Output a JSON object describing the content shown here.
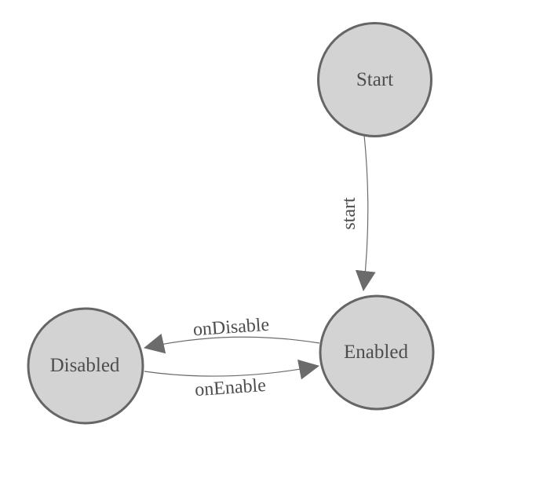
{
  "diagram": {
    "type": "state-machine",
    "nodes": [
      {
        "id": "start",
        "label": "Start"
      },
      {
        "id": "enabled",
        "label": "Enabled"
      },
      {
        "id": "disabled",
        "label": "Disabled"
      }
    ],
    "edges": [
      {
        "id": "start-transition",
        "from": "Start",
        "to": "Enabled",
        "label": "start"
      },
      {
        "id": "on-disable",
        "from": "Enabled",
        "to": "Disabled",
        "label": "onDisable"
      },
      {
        "id": "on-enable",
        "from": "Disabled",
        "to": "Enabled",
        "label": "onEnable"
      }
    ]
  },
  "colors": {
    "node-fill": "#d3d3d3",
    "node-stroke": "#666666",
    "edge-stroke": "#6b6b6b",
    "text": "#4d4d4d",
    "background": "#ffffff"
  }
}
